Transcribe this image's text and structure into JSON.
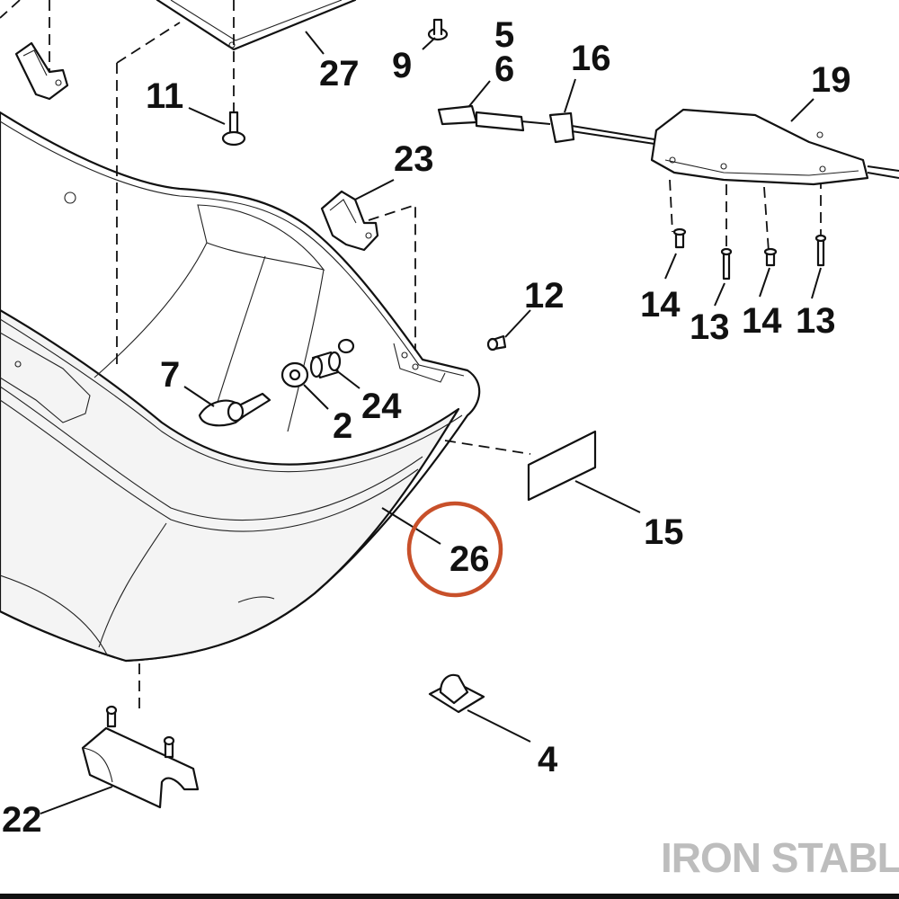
{
  "diagram": {
    "callouts": {
      "n2": "2",
      "n4": "4",
      "n5": "5",
      "n6": "6",
      "n7": "7",
      "n9": "9",
      "n11": "11",
      "n12": "12",
      "n13a": "13",
      "n13b": "13",
      "n14a": "14",
      "n14b": "14",
      "n15": "15",
      "n16": "16",
      "n19": "19",
      "n22": "22",
      "n23": "23",
      "n24": "24",
      "n26": "26",
      "n27": "27"
    },
    "highlight": {
      "callout": "26",
      "color": "#c8502a"
    },
    "watermark": "IRON STABLE"
  }
}
